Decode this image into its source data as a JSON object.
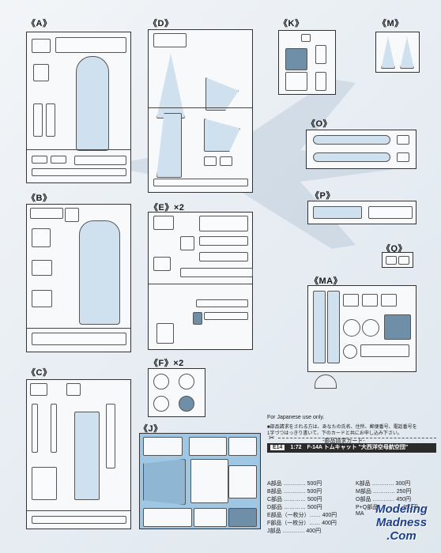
{
  "sheets": {
    "a": "《A》",
    "b": "《B》",
    "c": "《C》",
    "d": "《D》",
    "e": "《E》×2",
    "f": "《F》×2",
    "j": "《J》",
    "k": "《K》",
    "m": "《M》",
    "o": "《O》",
    "p": "《P》",
    "q": "《Q》",
    "ma": "《MA》"
  },
  "order_form": {
    "for_japanese": "For Japanese use only.",
    "note_line1": "■部品請求をされる方は、あなたの氏名、住所、郵便番号、電話番号を",
    "note_line2": "1字づつはっきり書いて、下のカードと共にお申し込み下さい。",
    "card_title": "-部品請求カード-",
    "code": "E14",
    "scale": "1:72",
    "product": "F-14A トムキャット \"大西洋空母航空団\"",
    "rows_left": [
      "A部品 ………… 500円",
      "B部品 ………… 500円",
      "C部品 ………… 500円",
      "D部品 ………… 500円",
      "E部品（一枚分）…… 400円",
      "F部品（一枚分）…… 400円",
      "J部品 ………… 400円"
    ],
    "rows_right": [
      "K部品 ………… 300円",
      "M部品 ………… 250円",
      "O部品 ………… 450円",
      "P+Q部品 ………… 250円",
      "MA"
    ]
  },
  "watermark": {
    "line1": "Modeling",
    "line2": "Madness",
    "line3": ".Com"
  }
}
